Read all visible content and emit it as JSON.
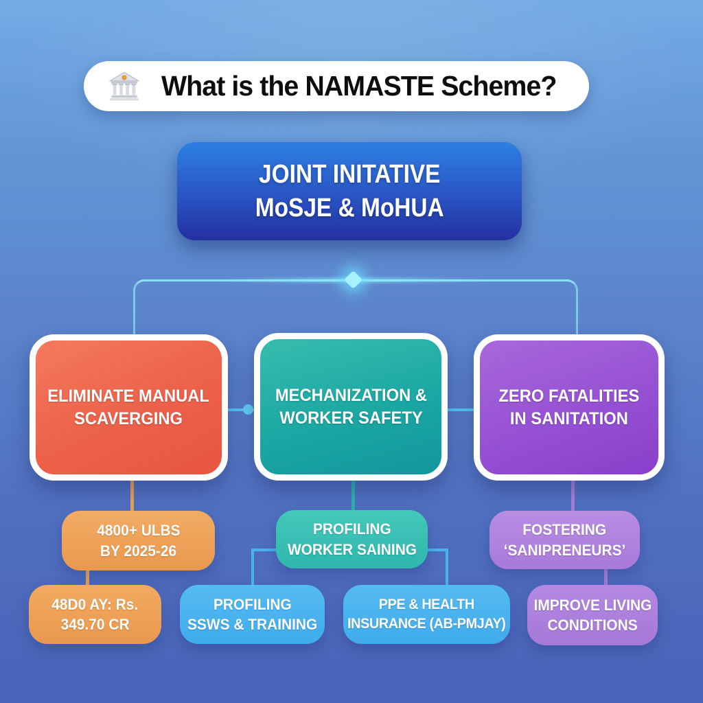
{
  "title": {
    "icon": "classical-building-icon",
    "text": "What is the NAMASTE Scheme?"
  },
  "root_node": {
    "line1": "JOINT INITATIVE",
    "line2": "MoSJE & MoHUA"
  },
  "pillars": [
    {
      "line1": "ELIMINATE MANUAL",
      "line2": "SCAVERGING",
      "color": "#ec614a"
    },
    {
      "line1": "MECHANIZATION &",
      "line2": "WORKER SAFETY",
      "color": "#1ba7a3"
    },
    {
      "line1": "ZERO FATALITIES",
      "line2": "IN SANITATION",
      "color": "#9551d3"
    }
  ],
  "sub_nodes": {
    "ulbs_target": {
      "line1": "4800+ ULBS",
      "line2": "BY 2025-26",
      "color": "#eda25a"
    },
    "outlay": {
      "line1": "48D0 AY: Rs.",
      "line2": "349.70 CR",
      "color": "#eda25a"
    },
    "worker_profiling": {
      "line1": "PROFILING",
      "line2": "WORKER SAINING",
      "color": "#38c1b5"
    },
    "ssws_training": {
      "line1": "PROFILING",
      "line2": "SSWS & TRAINING",
      "color": "#4bb3ef"
    },
    "ppe_insurance": {
      "line1": "PPE & HEALTH",
      "line2": "INSURANCE (AB-PMJAY)",
      "color": "#4bb3ef"
    },
    "sanipreneurs": {
      "line1": "FOSTERING",
      "line2": "‘SANIPRENEURS’",
      "color": "#b286e1"
    },
    "living_conditions": {
      "line1": "IMPROVE LIVING",
      "line2": "CONDITIONS",
      "color": "#ab7edc"
    }
  },
  "palette": {
    "background_top": "#73abe4",
    "background_bottom": "#4a62b9",
    "root_gradient_top": "#2d80e2",
    "root_gradient_bottom": "#2330a0",
    "connector_glow": "#8ee4fa",
    "title_background": "#ffffff",
    "title_text": "#0d0d0d"
  }
}
